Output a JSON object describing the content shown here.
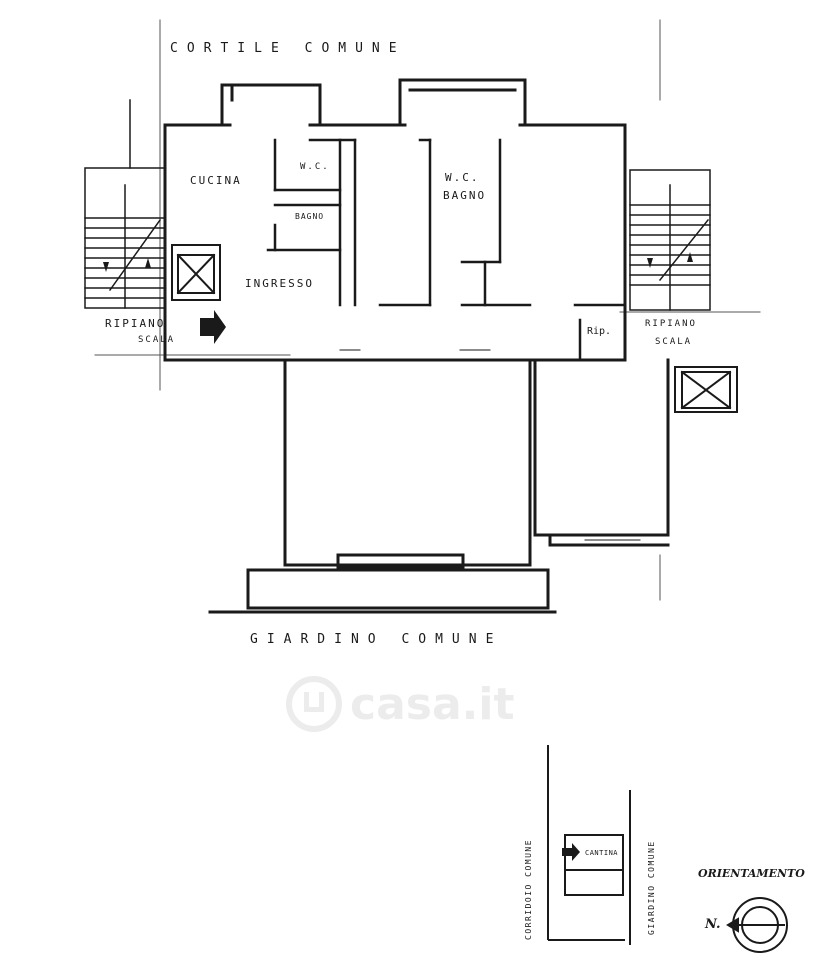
{
  "labels": {
    "cortile_comune": "CORTILE COMUNE",
    "giardino_comune": "GIARDINO COMUNE",
    "cucina": "CUCINA",
    "wc_small": "W.C.",
    "bagno_small": "BAGNO",
    "wc_bagno_1": "W.C.",
    "wc_bagno_2": "BAGNO",
    "ingresso": "INGRESSO",
    "ripiano_left_1": "RIPIANO",
    "ripiano_left_2": "SCALA",
    "ripiano_right_1": "RIPIANO",
    "ripiano_right_2": "SCALA",
    "rip": "Rip.",
    "corridoio_comune": "CORRIDOIO COMUNE",
    "giardino_comune_vert": "GIARDINO COMUNE",
    "cantina": "CANTINA",
    "orientamento": "ORIENTAMENTO",
    "north": "N."
  },
  "watermark": {
    "text": "casa.it",
    "icon": "house-logo-icon"
  },
  "colors": {
    "ink": "#1a1a1a",
    "paper": "#ffffff",
    "watermark": "#ececec"
  }
}
